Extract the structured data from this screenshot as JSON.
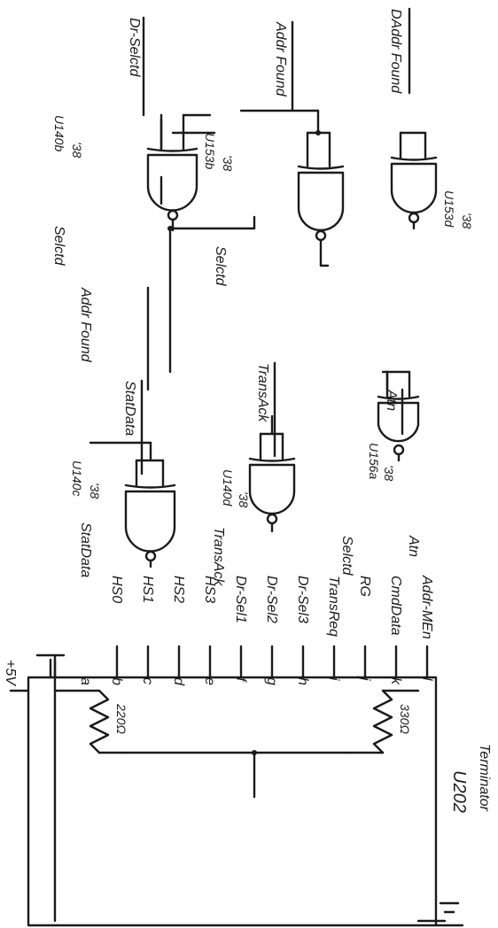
{
  "gates": [
    {
      "ref": "U153b",
      "part": "'38",
      "out": "Dr-Selctd",
      "in": "Selctd"
    },
    {
      "ref": "U140b",
      "part": "'38",
      "out": "Addr Found",
      "in": "Selctd"
    },
    {
      "ref": "U153d",
      "part": "'38",
      "out": "DAddr Found"
    },
    {
      "ref": "U140c",
      "part": "'38",
      "out": "StatData",
      "in": "StatData"
    },
    {
      "ref": "U140d",
      "part": "'38",
      "out": "TransAck",
      "in": "TransAck"
    },
    {
      "ref": "U156a",
      "part": "'38",
      "out": "Atn",
      "in1": "Selctd",
      "in2": "Atn"
    }
  ],
  "net_addr_found": "Addr Found",
  "supply": "+5V",
  "resistor_left": "220Ω",
  "resistor_right": "330Ω",
  "terminator": {
    "ref": "U202",
    "label": "Terminator"
  },
  "pins": [
    "a",
    "b",
    "c",
    "d",
    "e",
    "f",
    "g",
    "h",
    "i",
    "j",
    "k",
    "l"
  ],
  "signals": [
    "HS0",
    "HS1",
    "HS2",
    "HS3",
    "Dr-Sel1",
    "Dr-Sel2",
    "Dr-Sel3",
    "TransReq",
    "RG",
    "CmdData",
    "Addr-MEn"
  ]
}
